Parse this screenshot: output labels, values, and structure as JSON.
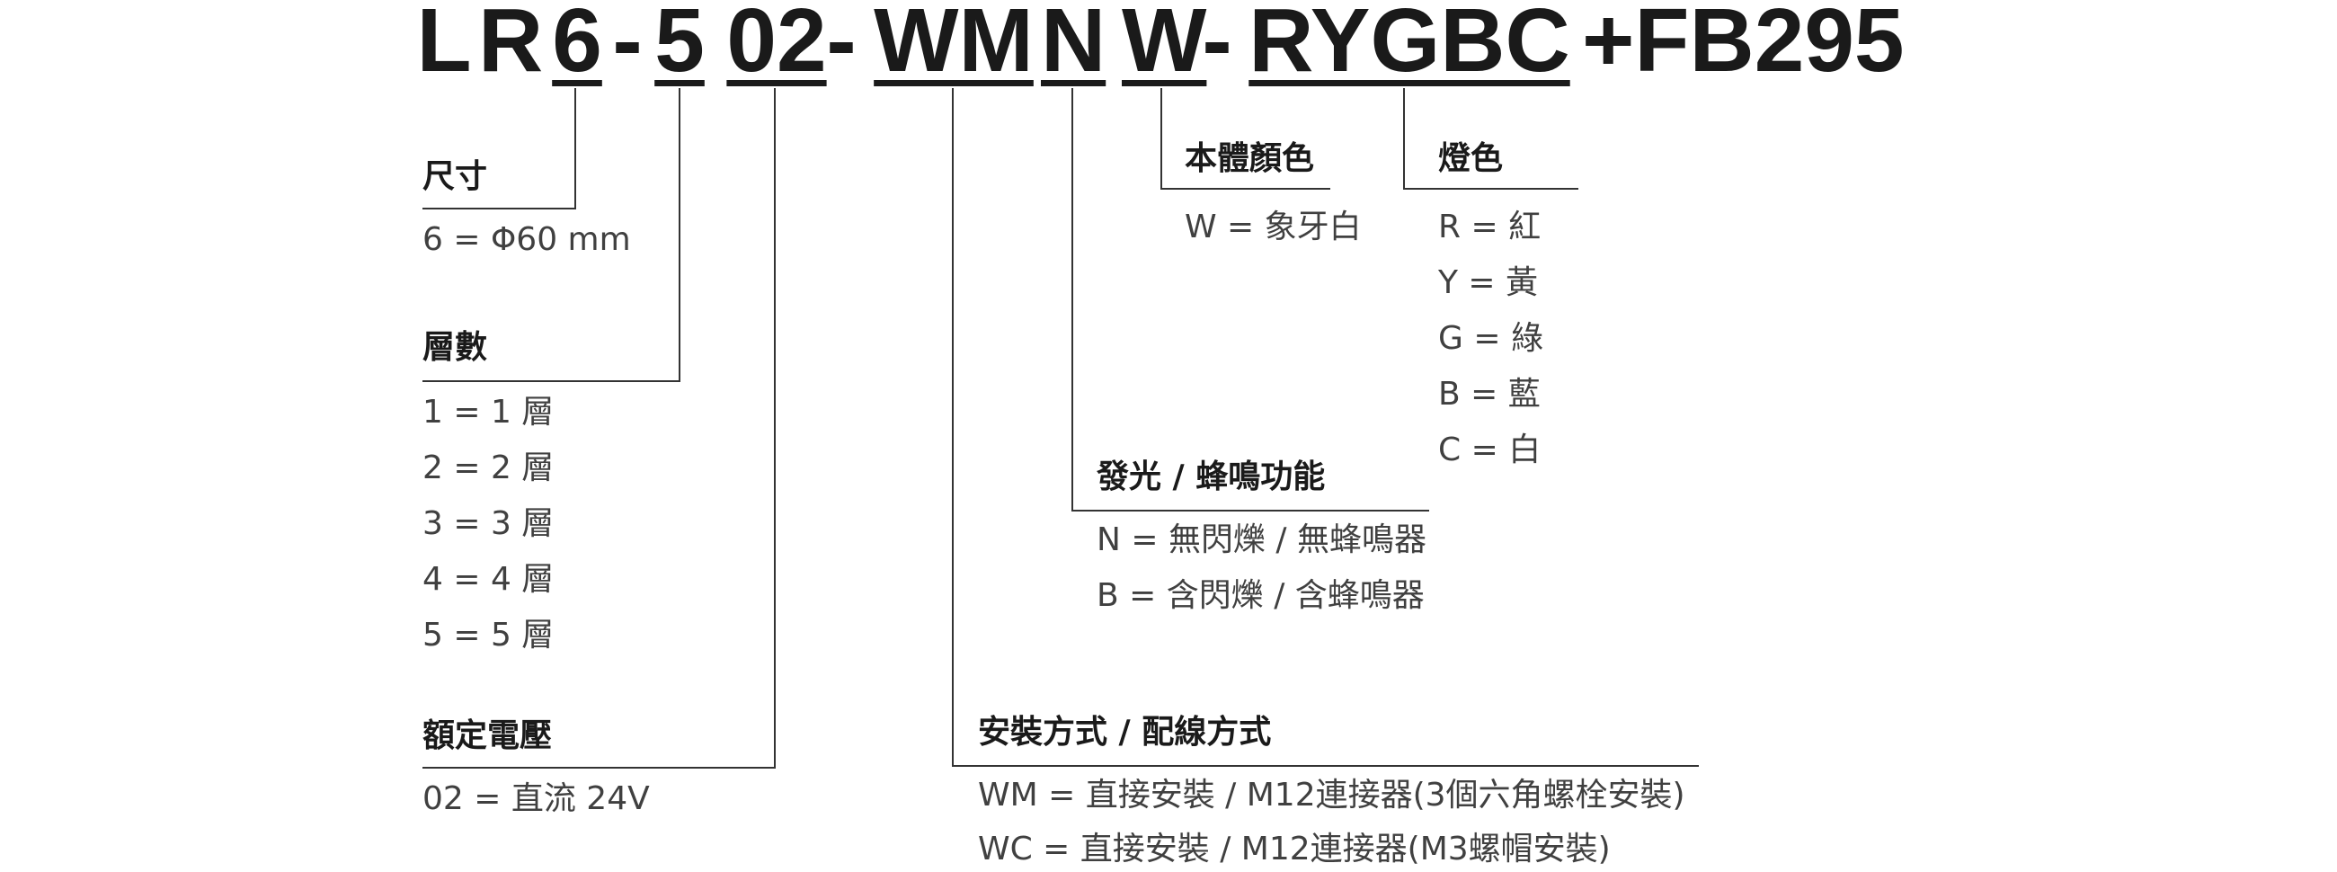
{
  "part_number": {
    "segments": [
      "L",
      "R",
      "6",
      "-",
      "5",
      "02",
      "-",
      "WM",
      "N",
      "W",
      "-",
      "RYGBC",
      "+FB295"
    ]
  },
  "fields": {
    "size": {
      "title": "尺寸",
      "options": [
        "6 = Φ60 mm"
      ]
    },
    "tiers": {
      "title": "層數",
      "options": [
        "1 = 1 層",
        "2 = 2 層",
        "3 = 3 層",
        "4 = 4 層",
        "5 = 5 層"
      ]
    },
    "voltage": {
      "title": "額定電壓",
      "options": [
        "02 = 直流 24V"
      ]
    },
    "mounting": {
      "title": "安裝方式 / 配線方式",
      "options": [
        "WM = 直接安裝 / M12連接器(3個六角螺栓安裝)",
        "WC = 直接安裝 / M12連接器(M3螺帽安裝)"
      ]
    },
    "function": {
      "title": "發光 / 蜂鳴功能",
      "options": [
        "N = 無閃爍 / 無蜂鳴器",
        "B = 含閃爍 / 含蜂鳴器"
      ]
    },
    "body_color": {
      "title": "本體顏色",
      "options": [
        "W = 象牙白"
      ]
    },
    "lamp_color": {
      "title": "燈色",
      "options": [
        "R = 紅",
        "Y = 黃",
        "G = 綠",
        "B = 藍",
        "C = 白"
      ]
    }
  }
}
